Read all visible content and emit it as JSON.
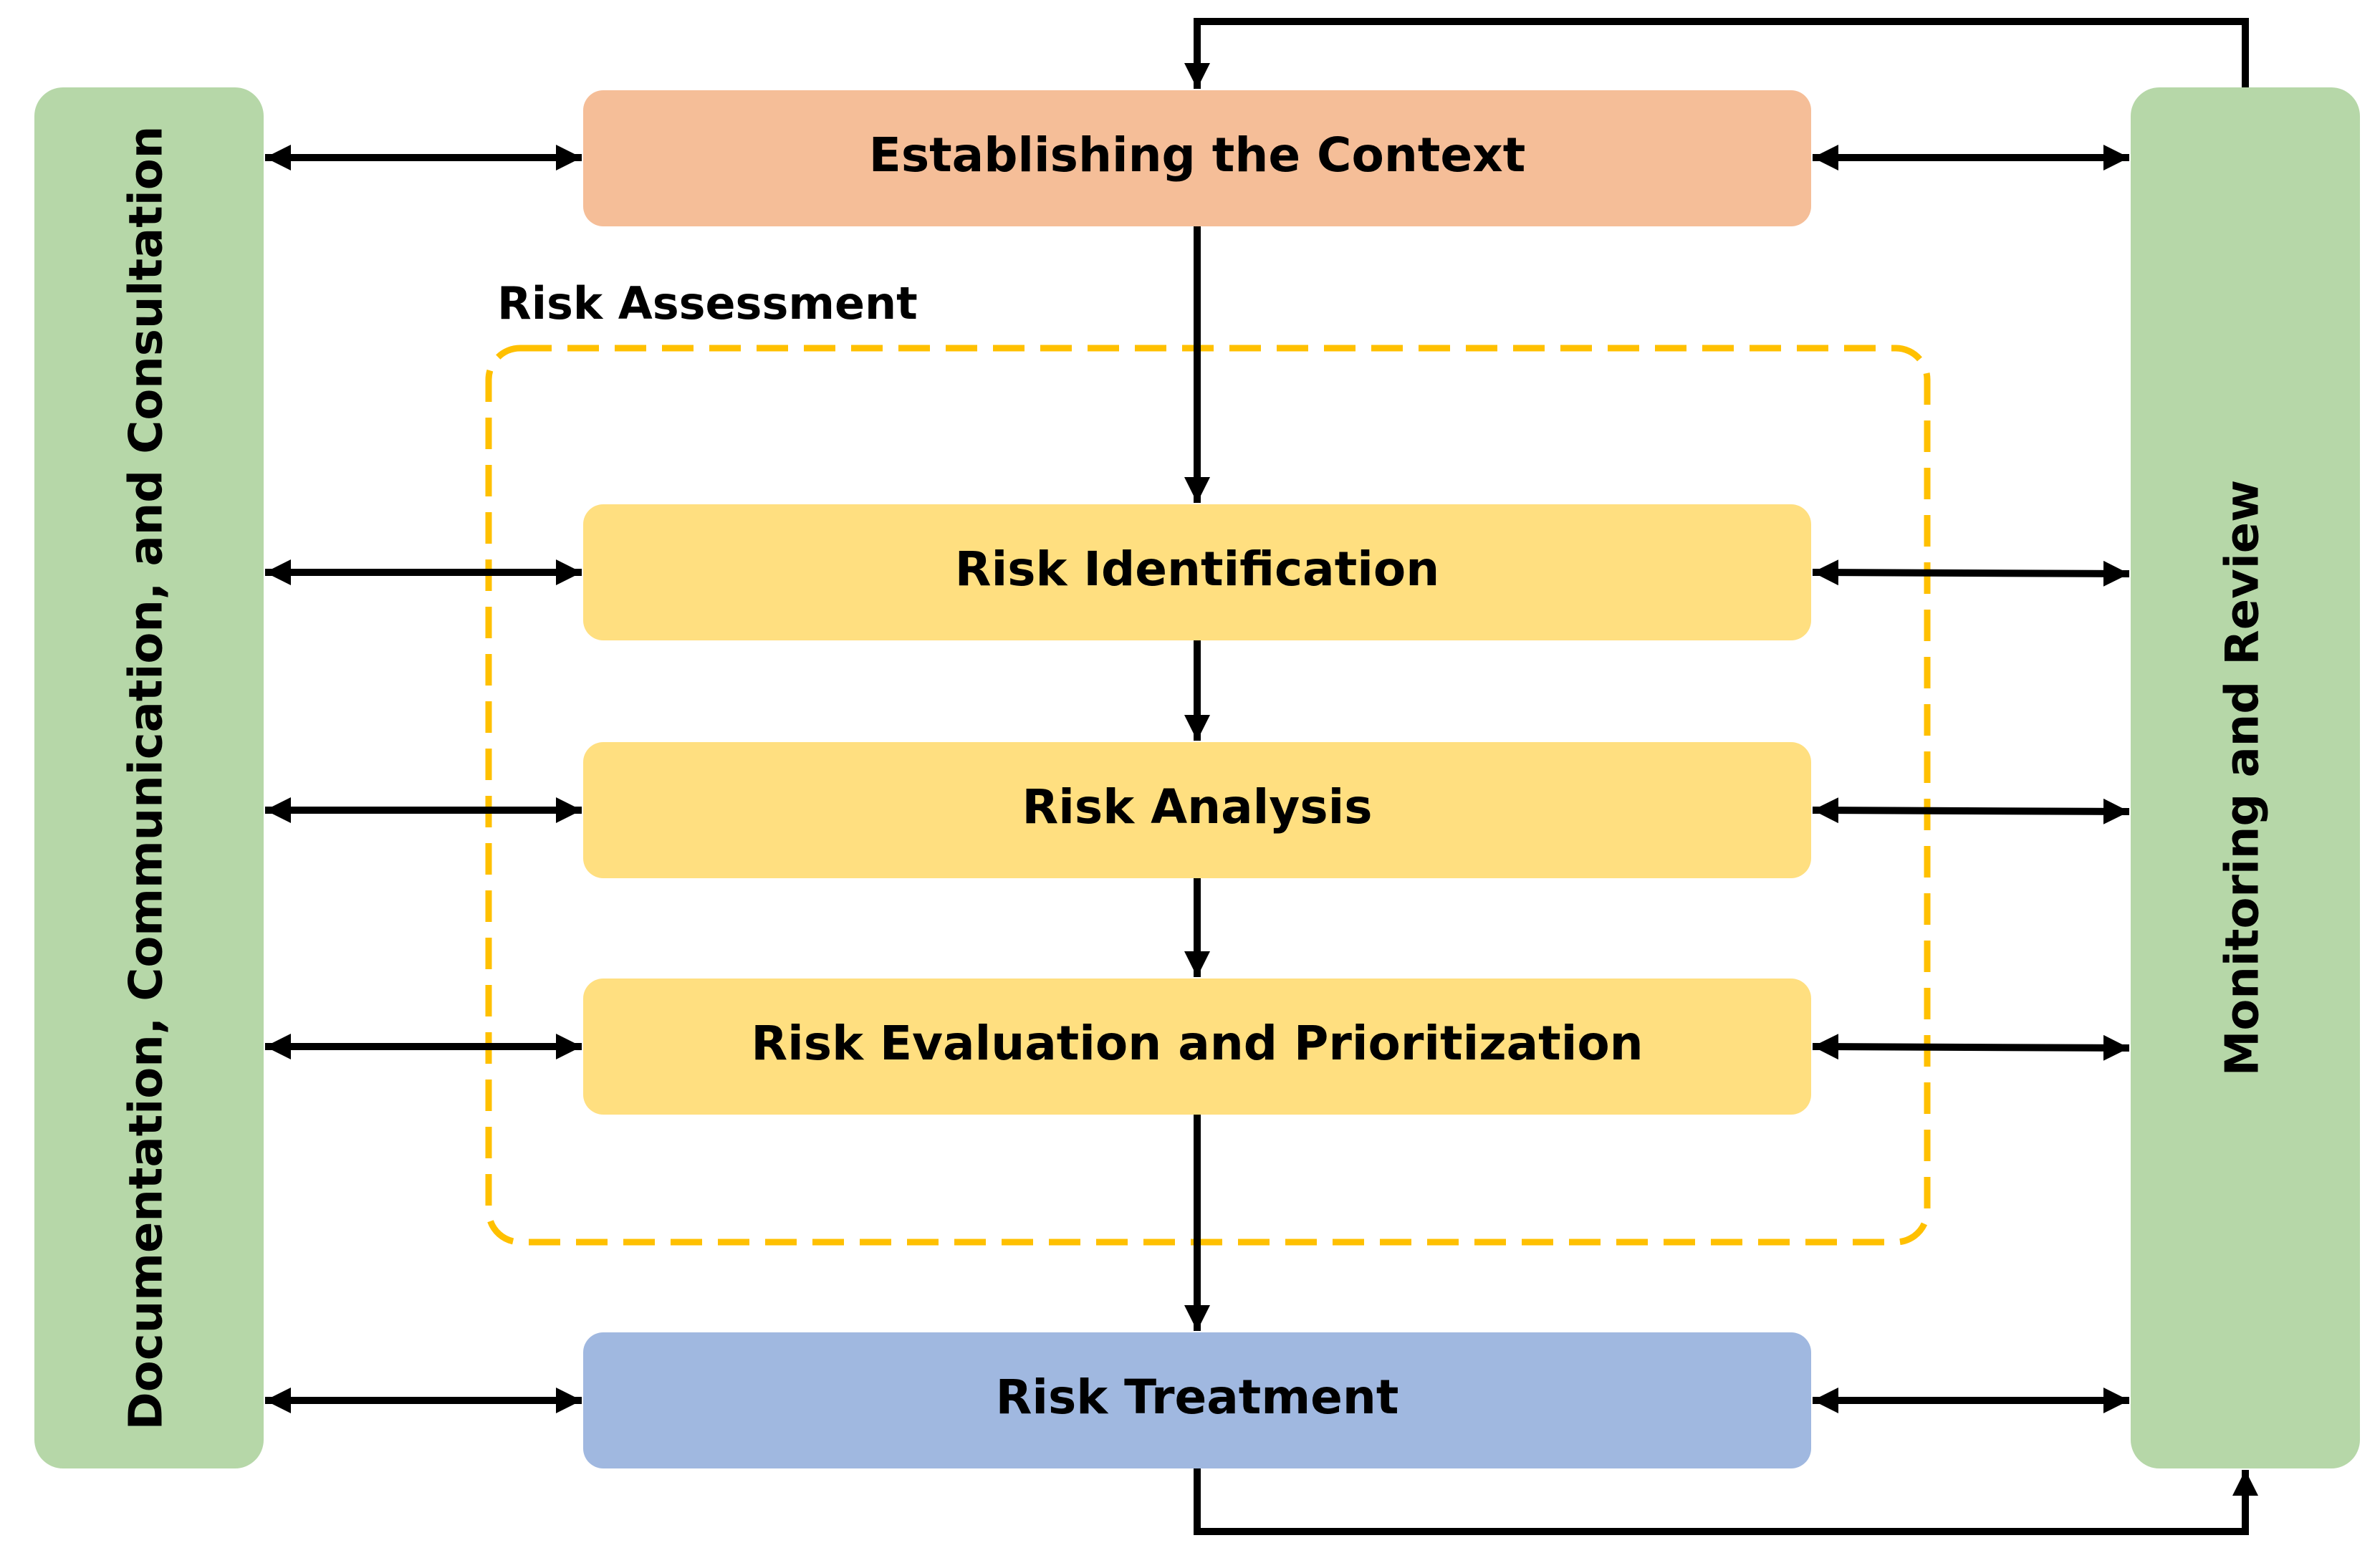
{
  "diagram": {
    "left_panel": {
      "label": "Documentation, Communication, and Consultation",
      "color": "#B6D7A8"
    },
    "right_panel": {
      "label": "Monitoring and Review",
      "color": "#B6D7A8"
    },
    "context_box": {
      "label": "Establishing the Context",
      "color": "#F5BE98"
    },
    "assessment_group": {
      "label": "Risk Assessment",
      "border_color": "#FFC000"
    },
    "identification_box": {
      "label": "Risk Identification",
      "color": "#FFDF80"
    },
    "analysis_box": {
      "label": "Risk Analysis",
      "color": "#FFDF80"
    },
    "evaluation_box": {
      "label": "Risk Evaluation and Prioritization",
      "color": "#FFDF80"
    },
    "treatment_box": {
      "label": "Risk Treatment",
      "color": "#A0B8E0"
    },
    "arrow_color": "#000000"
  }
}
